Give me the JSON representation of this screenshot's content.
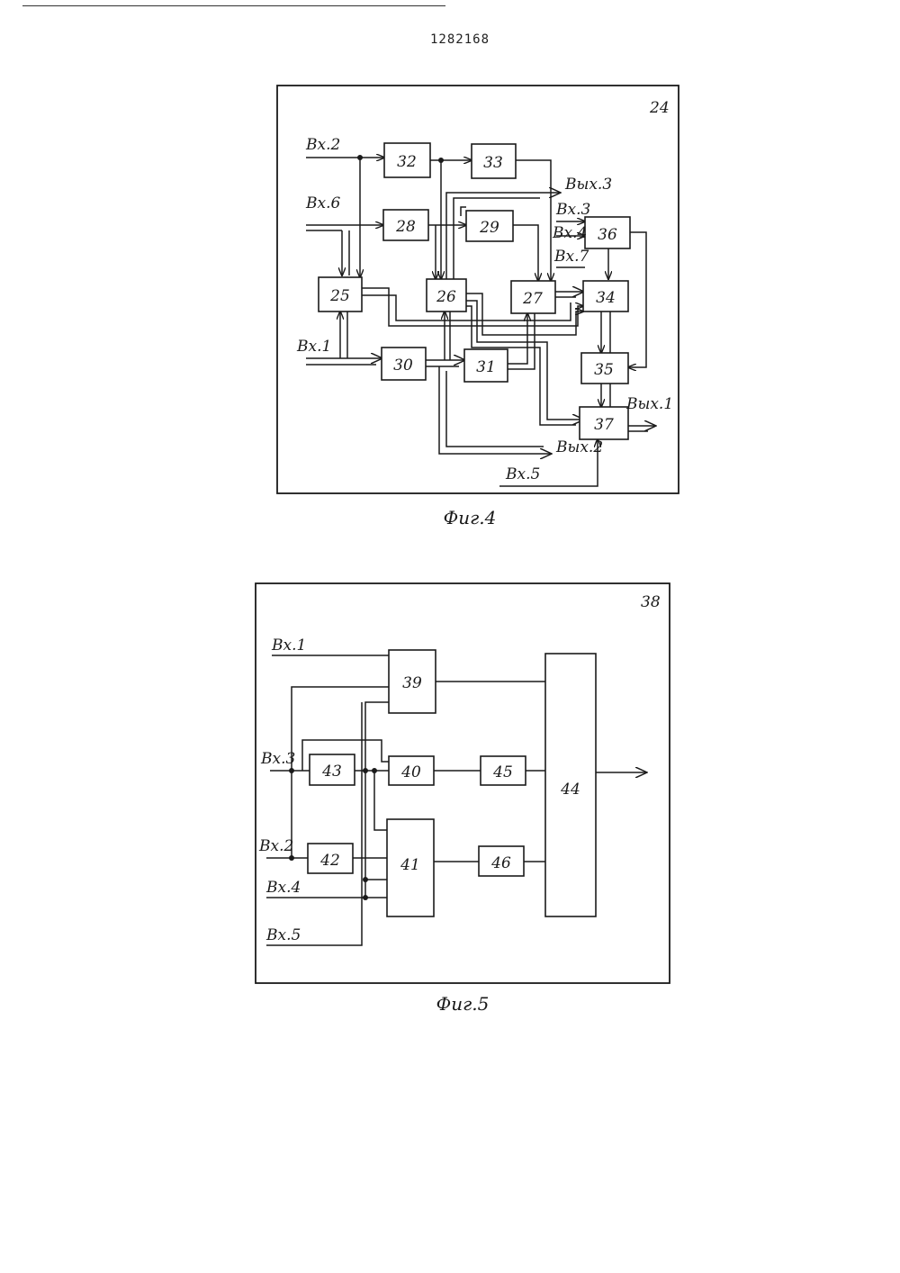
{
  "patent_number": "1282168",
  "fig4": {
    "frame_label": "24",
    "caption": "Фиг.4",
    "blocks": [
      "25",
      "26",
      "27",
      "28",
      "29",
      "30",
      "31",
      "32",
      "33",
      "34",
      "35",
      "36",
      "37"
    ],
    "inputs": {
      "in1": "Вх.1",
      "in2": "Вх.2",
      "in3": "Вх.3",
      "in4": "Вх.4",
      "in5": "Вх.5",
      "in6": "Вх.6",
      "in7": "Вх.7"
    },
    "outputs": {
      "out1": "Вых.1",
      "out2": "Вых.2",
      "out3": "Вых.3"
    }
  },
  "fig5": {
    "frame_label": "38",
    "caption": "Фиг.5",
    "blocks": [
      "39",
      "40",
      "41",
      "42",
      "43",
      "44",
      "45",
      "46"
    ],
    "inputs": {
      "in1": "Вх.1",
      "in2": "Вх.2",
      "in3": "Вх.3",
      "in4": "Вх.4",
      "in5": "Вх.5"
    }
  }
}
